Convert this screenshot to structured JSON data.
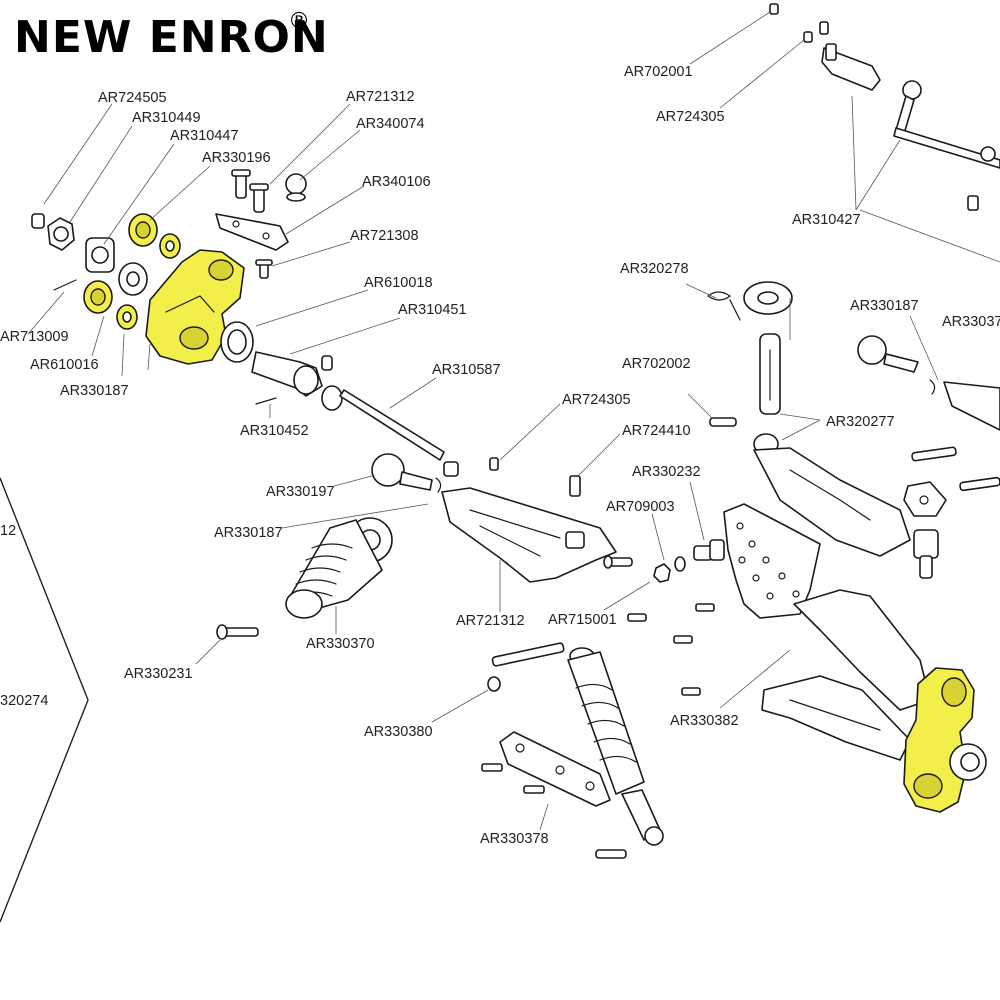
{
  "brand": {
    "name": "NEW ENRON",
    "registered_mark": "®"
  },
  "colors": {
    "highlight": "#f2ee4a",
    "highlight_dark": "#d9d233",
    "line": "#1a1a1a"
  },
  "part_labels": {
    "AR724505": "AR724505",
    "AR310449": "AR310449",
    "AR310447": "AR310447",
    "AR330196": "AR330196",
    "AR721312_top": "AR721312",
    "AR340074": "AR340074",
    "AR340106": "AR340106",
    "AR721308": "AR721308",
    "AR610018": "AR610018",
    "AR310451": "AR310451",
    "AR713009": "AR713009",
    "AR610016": "AR610016",
    "AR330187_a": "AR330187",
    "AR310452": "AR310452",
    "AR310587": "AR310587",
    "AR330197": "AR330197",
    "AR330187_b": "AR330187",
    "AR724305_mid": "AR724305",
    "AR724410": "AR724410",
    "AR330232": "AR330232",
    "AR709003": "AR709003",
    "AR721312_mid": "AR721312",
    "AR715001": "AR715001",
    "AR330370": "AR330370",
    "AR330231": "AR330231",
    "AR330380": "AR330380",
    "AR330382": "AR330382",
    "AR330378": "AR330378",
    "AR702001": "AR702001",
    "AR724305_top": "AR724305",
    "AR310427": "AR310427",
    "AR320278": "AR320278",
    "AR330187_c": "AR330187",
    "AR33037_cut": "AR33037",
    "AR702002": "AR702002",
    "AR320277": "AR320277",
    "left_cut_12": "12",
    "left_cut_320274": "320274"
  }
}
